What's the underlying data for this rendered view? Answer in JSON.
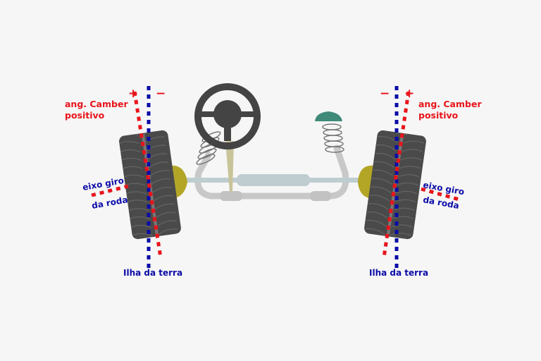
{
  "left": {
    "plus": "+",
    "minus": "−",
    "camber_line1": "ang. Camber",
    "camber_line2": "positivo",
    "axis_line1": "eixo giro",
    "axis_line2": "da roda",
    "ground": "Ilha da terra"
  },
  "right": {
    "plus": "+",
    "minus": "−",
    "camber_line1": "ang. Camber",
    "camber_line2": "positivo",
    "axis_line1": "eixo giro",
    "axis_line2": "da roda",
    "ground": "Ilha da terra"
  },
  "colors": {
    "red": "#e8141c",
    "blue": "#0c0ca8",
    "tire": "#4a4a4a",
    "hub": "#b3a626"
  }
}
